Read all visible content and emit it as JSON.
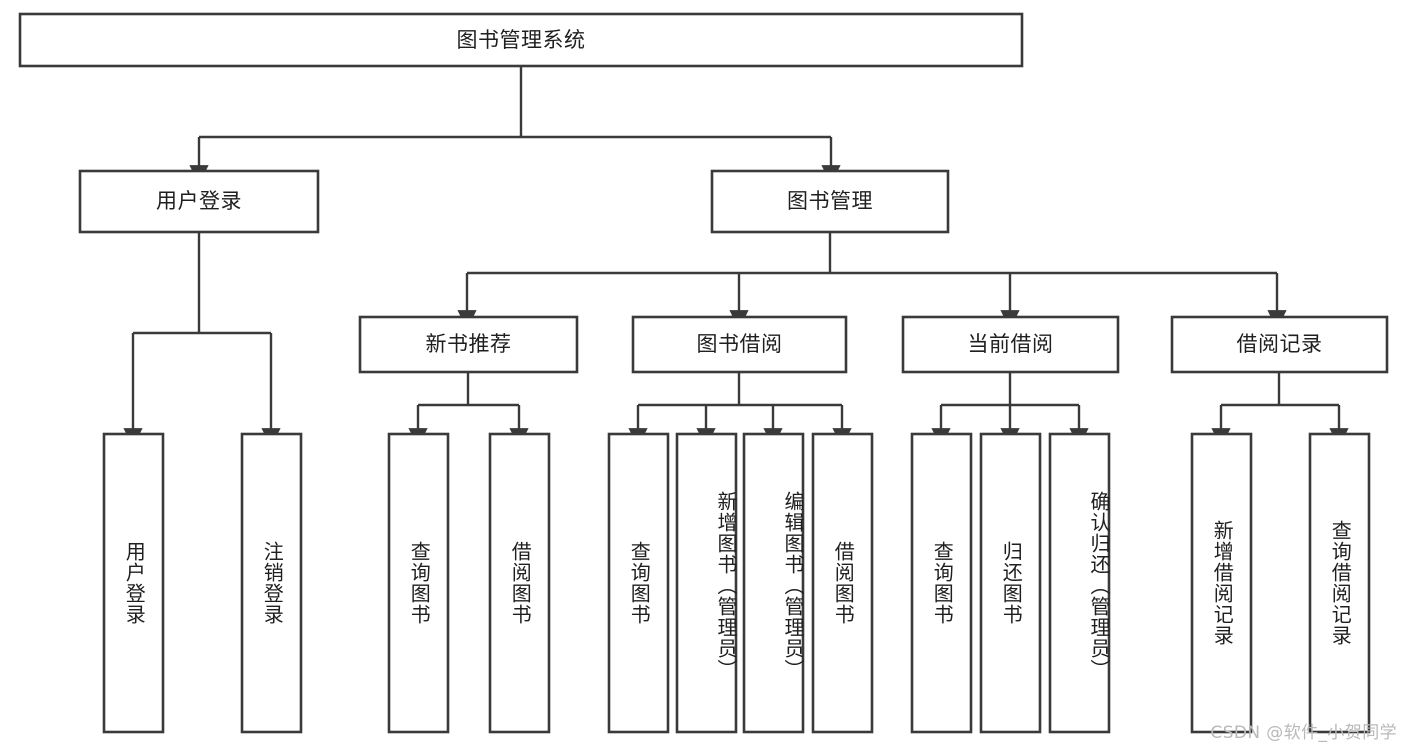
{
  "diagram": {
    "kind": "tree-structure-chart",
    "root": {
      "label": "图书管理系统"
    },
    "level2": [
      {
        "label": "用户登录"
      },
      {
        "label": "图书管理"
      }
    ],
    "level3": [
      {
        "label": "新书推荐"
      },
      {
        "label": "图书借阅"
      },
      {
        "label": "当前借阅"
      },
      {
        "label": "借阅记录"
      }
    ],
    "leaves": {
      "user_login": [
        {
          "label": "用户登录"
        },
        {
          "label": "注销登录"
        }
      ],
      "new_book": [
        {
          "label": "查询图书"
        },
        {
          "label": "借阅图书"
        }
      ],
      "book_borrow": [
        {
          "label": "查询图书"
        },
        {
          "label": "新增图书（管理员）"
        },
        {
          "label": "编辑图书（管理员）"
        },
        {
          "label": "借阅图书"
        }
      ],
      "current_borrow": [
        {
          "label": "查询图书"
        },
        {
          "label": "归还图书"
        },
        {
          "label": "确认归还（管理员）"
        }
      ],
      "borrow_record": [
        {
          "label": "新增借阅记录"
        },
        {
          "label": "查询借阅记录"
        }
      ]
    }
  },
  "watermark": {
    "text": "CSDN @软件_小贺同学"
  },
  "colors": {
    "stroke": "#3a3a3a",
    "box_fill": "#ffffff",
    "text": "#1f1f1f",
    "watermark": "#b9b9b9",
    "background": "#ffffff"
  }
}
